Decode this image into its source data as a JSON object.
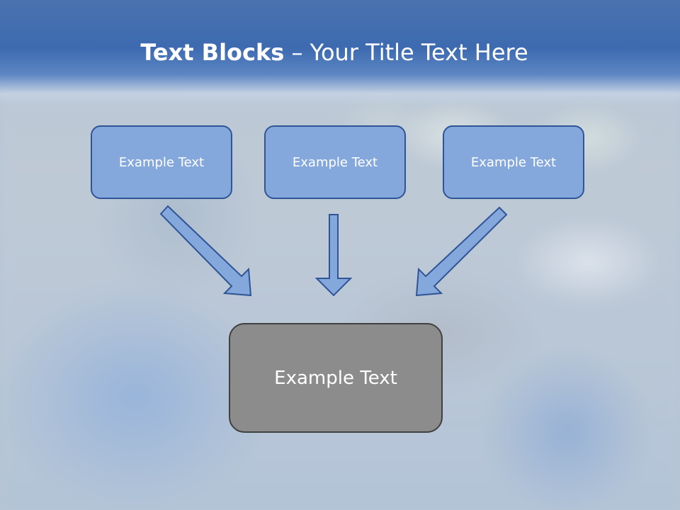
{
  "title": {
    "bold": "Text Blocks",
    "rest": " – Your Title Text Here"
  },
  "blocks": {
    "top": [
      "Example Text",
      "Example Text",
      "Example Text"
    ],
    "bottom": "Example Text"
  },
  "colors": {
    "title_band": "#3d6ab0",
    "top_box_fill": "#85a8dc",
    "top_box_border": "#2f5597",
    "bottom_box_fill": "#8c8c8c",
    "bottom_box_border": "#404040",
    "arrow_fill": "#85a8dc",
    "arrow_border": "#2f5597"
  }
}
